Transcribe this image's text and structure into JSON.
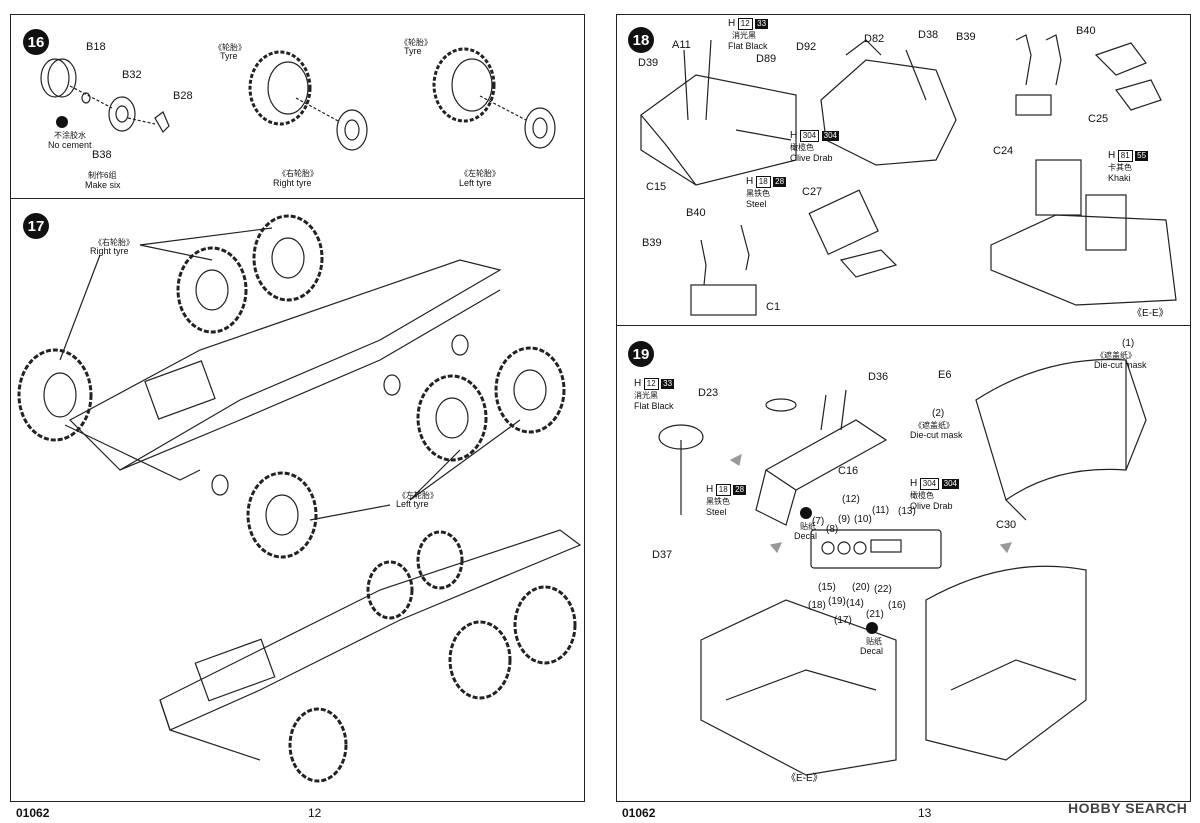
{
  "left_page": {
    "number": "12",
    "code": "01062",
    "step16": {
      "num": "16",
      "parts": {
        "b18": "B18",
        "b32": "B32",
        "b28": "B28",
        "b38": "B38"
      },
      "no_cement_cn": "不涂胶水",
      "no_cement": "No cement",
      "make_six_cn": "制作6组",
      "make_six": "Make six",
      "tyre1_cn": "《轮胎》",
      "tyre1": "Tyre",
      "tyre2_cn": "《轮胎》",
      "tyre2": "Tyre",
      "right_tyre_cn": "《右轮胎》",
      "right_tyre": "Right tyre",
      "left_tyre_cn": "《左轮胎》",
      "left_tyre": "Left tyre"
    },
    "step17": {
      "num": "17",
      "right_tyre_cn": "《右轮胎》",
      "right_tyre": "Right tyre",
      "left_tyre_cn": "《左轮胎》",
      "left_tyre": "Left tyre"
    }
  },
  "right_page": {
    "number": "13",
    "code": "01062",
    "watermark": "HOBBY SEARCH",
    "step18": {
      "num": "18",
      "parts": {
        "a11": "A11",
        "d39": "D39",
        "d89": "D89",
        "d92": "D92",
        "d82": "D82",
        "d38": "D38",
        "b39": "B39",
        "b40": "B40",
        "c25": "C25",
        "c24": "C24",
        "c15": "C15",
        "c27": "C27",
        "c1": "C1",
        "b40b": "B40",
        "b39b": "B39"
      },
      "flat_black": {
        "h": "H",
        "n": "12",
        "m": "33",
        "cn": "消光黑",
        "en": "Flat Black"
      },
      "olive": {
        "h": "H",
        "n": "304",
        "m": "304",
        "cn": "橄榄色",
        "en": "Olive Drab"
      },
      "steel": {
        "h": "H",
        "n": "18",
        "m": "28",
        "cn": "黑铁色",
        "en": "Steel"
      },
      "khaki": {
        "h": "H",
        "n": "81",
        "m": "55",
        "cn": "卡其色",
        "en": "Khaki"
      },
      "view": "《E-E》"
    },
    "step19": {
      "num": "19",
      "parts": {
        "d23": "D23",
        "d36": "D36",
        "c16": "C16",
        "d37": "D37",
        "e6": "E6",
        "c30": "C30"
      },
      "flat_black": {
        "h": "H",
        "n": "12",
        "m": "33",
        "cn": "消光黑",
        "en": "Flat Black"
      },
      "steel": {
        "h": "H",
        "n": "18",
        "m": "28",
        "cn": "黑铁色",
        "en": "Steel"
      },
      "olive": {
        "h": "H",
        "n": "304",
        "m": "304",
        "cn": "橄榄色",
        "en": "Olive Drab"
      },
      "mask1": {
        "num": "(1)",
        "cn": "《遮盖纸》",
        "en": "Die-cut mask"
      },
      "mask2": {
        "num": "(2)",
        "cn": "《遮盖纸》",
        "en": "Die-cut mask"
      },
      "decal1": {
        "cn": "贴纸",
        "en": "Decal"
      },
      "decal2": {
        "cn": "贴纸",
        "en": "Decal"
      },
      "decal_nums": [
        "(7)",
        "(8)",
        "(9)",
        "(10)",
        "(11)",
        "(12)",
        "(13)",
        "(14)",
        "(15)",
        "(16)",
        "(17)",
        "(18)",
        "(19)",
        "(20)",
        "(21)",
        "(22)"
      ],
      "view": "《E-E》"
    }
  }
}
